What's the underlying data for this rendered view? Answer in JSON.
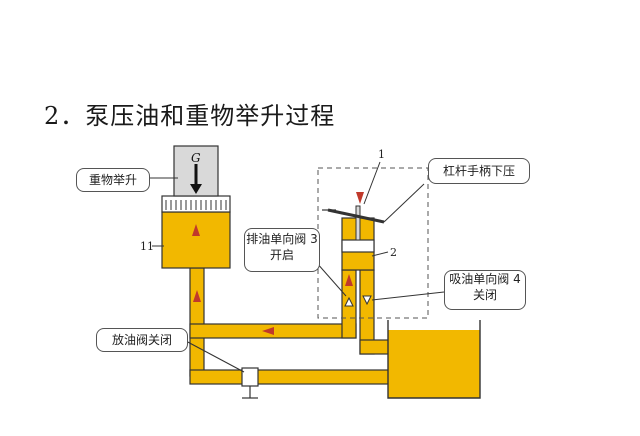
{
  "title": "2．泵压油和重物举升过程",
  "labels": {
    "weight_rise": "重物举升",
    "lever_press": "杠杆手柄下压",
    "discharge_valve_open": "排油单向阀 3 开启",
    "suction_valve_close": "吸油单向阀 4 关闭",
    "drain_valve_closed": "放油阀关闭",
    "weight_symbol": "G",
    "num_1": "1",
    "num_2": "2",
    "num_11": "11"
  },
  "colors": {
    "oil": "#f2b800",
    "flow_arrow": "#c0392b",
    "outline": "#333333",
    "piston_gray": "#d9d9d9"
  }
}
